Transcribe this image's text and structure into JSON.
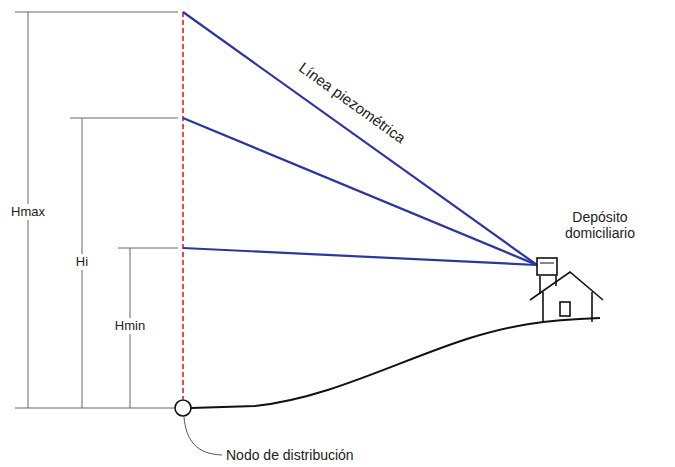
{
  "diagram": {
    "labels": [
      "Línea piezométrica",
      "Depósito domiciliario",
      "Hmax",
      "Hi",
      "Hmin",
      "Nodo de distribución"
    ]
  }
}
